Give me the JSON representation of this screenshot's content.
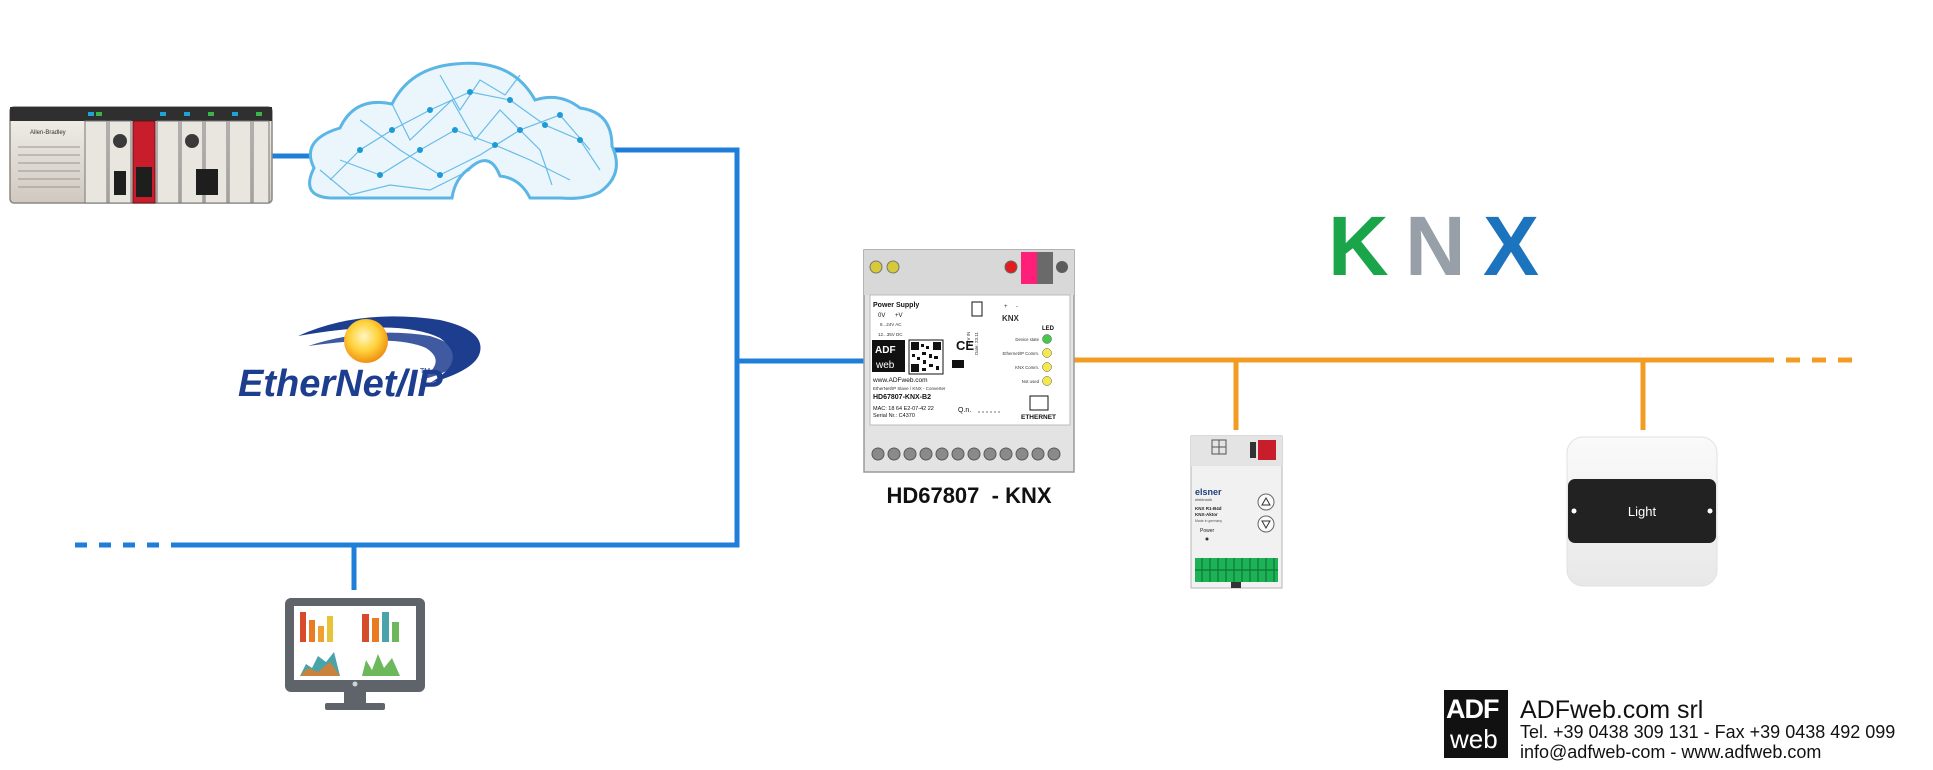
{
  "colors": {
    "ethernet_line": "#1f7fd8",
    "knx_line": "#f39c24",
    "knx_k": "#1aa54a",
    "knx_n": "#97a0a8",
    "knx_x": "#1c74bf",
    "ethernetip_blue": "#1d3d8f",
    "cloud_blue": "#5bb6e6",
    "plc_red": "#c81d2a"
  },
  "plc": {
    "brand": "Allen-Bradley"
  },
  "ethernetip": {
    "label": "EtherNet/IP",
    "tm": "TM"
  },
  "gateway": {
    "caption": "HD67807  - KNX",
    "power_supply": "Power Supply",
    "power_0v": "0V",
    "power_plus_v": "+V",
    "power_ac": "8...24V AC",
    "power_dc": "12...35V DC",
    "website": "www.ADFweb.com",
    "description": "EtherNet/IP Slave / KNX - Converter",
    "model": "HD67807-KNX-B2",
    "mac": "MAC: 18 64 E2-07-42 22",
    "serial": "Serial Nr.: C4370",
    "qn": "Q.n.",
    "ethernet": "ETHERNET",
    "led_title": "LED",
    "led_labels": [
      "Device state",
      "Ethernet/IP Comm.",
      "KNX Comm.",
      "Not used"
    ],
    "ce": "CE",
    "knx_small": "KNX",
    "adf_logo_top": "ADF",
    "adf_logo_bottom": "web"
  },
  "knx_logo": {
    "k": "K",
    "n": "N",
    "x": "X"
  },
  "knx_actuator": {
    "brand": "elsner",
    "subbrand": "elektronik",
    "model": "KNX R1-B4d",
    "type": "KNX-Aktor",
    "origin": "Made in germany",
    "power": "Power"
  },
  "light": {
    "label": "Light"
  },
  "footer": {
    "logo_top": "ADF",
    "logo_bottom": "web",
    "company": "ADFweb.com srl",
    "phone": "Tel. +39 0438 309 131 - Fax +39 0438 492 099",
    "contact": "info@adfweb-com - www.adfweb.com"
  }
}
